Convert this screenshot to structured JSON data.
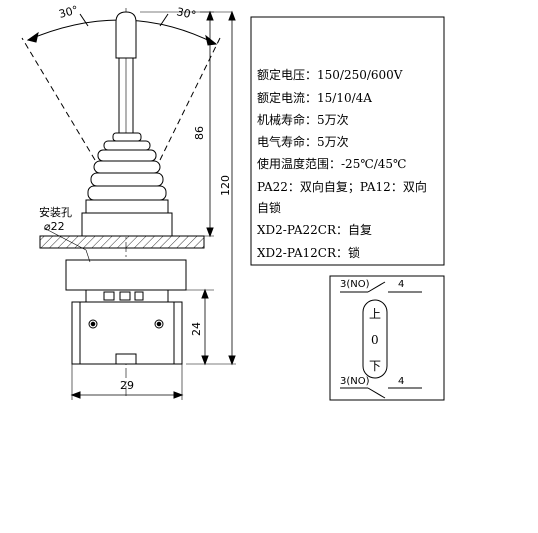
{
  "drawing": {
    "angle_left": "30°",
    "angle_right": "30°",
    "dim_86": "86",
    "dim_120": "120",
    "dim_24": "24",
    "dim_29": "29",
    "hole_label": "安装孔",
    "hole_dia": "⌀22"
  },
  "specs": {
    "lines": [
      "额定电压：150/250/600V",
      "额定电流：15/10/4A",
      "机械寿命：5万次",
      "电气寿命：5万次",
      "使用温度范围：-25℃/45℃",
      "PA22：双向自复；PA12：双向",
      "自锁",
      "XD2-PA22CR：自复",
      "XD2-PA12CR：锁"
    ]
  },
  "schematic": {
    "top_left": "3(NO)",
    "top_right": "4",
    "up": "上",
    "mid": "0",
    "down": "下",
    "bot_left": "3(NO)",
    "bot_right": "4"
  }
}
